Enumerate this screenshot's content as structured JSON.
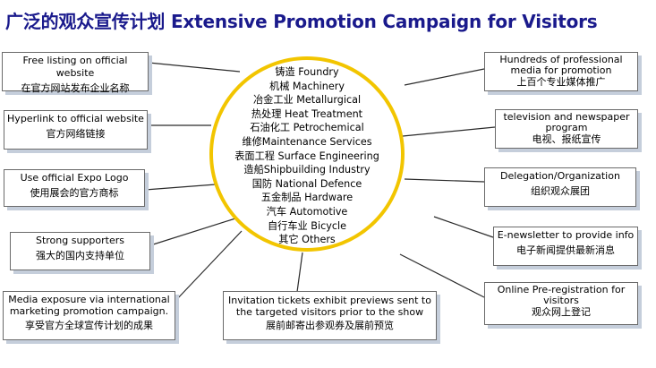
{
  "title": "广泛的观众宣传计划 Extensive Promotion Campaign for Visitors",
  "colors": {
    "title": "#1a1a8c",
    "hub_ring": "#f2c500",
    "box_border": "#6a6a6a",
    "box_shadow": "#c5cedb"
  },
  "hub": {
    "industries": [
      "铸造 Foundry",
      "机械  Machinery",
      "冶金工业  Metallurgical",
      "热处理  Heat Treatment",
      "石油化工  Petrochemical",
      "维修Maintenance Services",
      "表面工程  Surface Engineering",
      "造船Shipbuilding Industry",
      "国防  National Defence",
      "五金制品  Hardware",
      "汽车  Automotive",
      "自行车业 Bicycle",
      "其它 Others"
    ]
  },
  "left_boxes": [
    {
      "en": "Free listing on official website",
      "zh": "在官方网站发布企业名称"
    },
    {
      "en": "Hyperlink to official website",
      "zh": "官方网络链接"
    },
    {
      "en": "Use official Expo Logo",
      "zh": "使用展会的官方商标"
    },
    {
      "en": "Strong supporters",
      "zh": "强大的国内支持单位"
    },
    {
      "en": "Media exposure via international marketing promotion campaign.",
      "zh": "享受官方全球宣传计划的成果"
    }
  ],
  "bottom_box": {
    "en": "Invitation tickets exhibit previews sent to the targeted visitors prior to the show",
    "zh": "展前邮寄出参观券及展前预览"
  },
  "right_boxes": [
    {
      "en": "Hundreds of professional media for promotion",
      "zh": "上百个专业媒体推广"
    },
    {
      "en": "television and newspaper program",
      "zh": "电视、报纸宣传"
    },
    {
      "en": "Delegation/Organization",
      "zh": "组织观众展团"
    },
    {
      "en": "E-newsletter to provide info",
      "zh": "电子新闻提供最新消息"
    },
    {
      "en": "Online Pre-registration for visitors",
      "zh": "观众网上登记"
    }
  ]
}
